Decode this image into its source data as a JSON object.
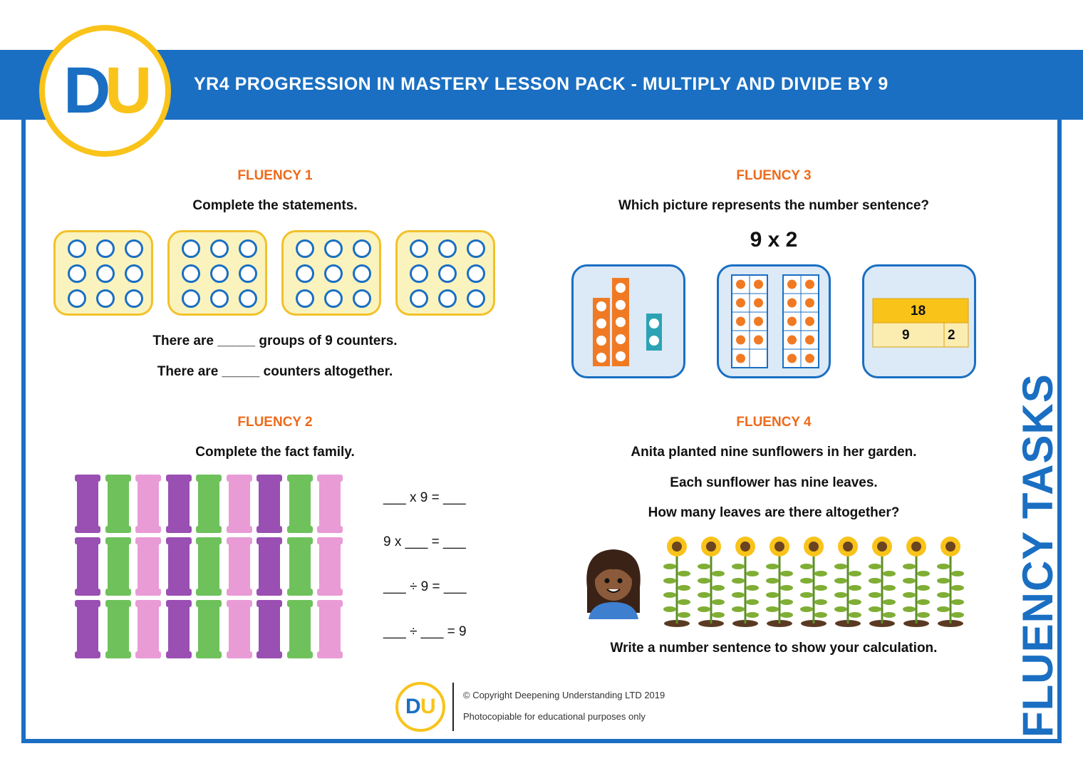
{
  "header": {
    "logo_d": "D",
    "logo_u": "U",
    "title": "YR4 PROGRESSION IN MASTERY LESSON PACK - MULTIPLY AND DIVIDE BY 9"
  },
  "fluency1": {
    "heading": "FLUENCY 1",
    "instruction": "Complete the statements.",
    "statement1": "There are _____ groups of 9 counters.",
    "statement2": "There are _____ counters altogether."
  },
  "fluency2": {
    "heading": "FLUENCY 2",
    "instruction": "Complete the fact family.",
    "eq1": "___ x 9 = ___",
    "eq2": "9 x ___ = ___",
    "eq3": "___ ÷ 9 = ___",
    "eq4": "___ ÷ ___ = 9"
  },
  "fluency3": {
    "heading": "FLUENCY 3",
    "question": "Which picture represents the number sentence?",
    "sentence": "9 x 2",
    "bar_total": "18",
    "bar_part1": "9",
    "bar_part2": "2"
  },
  "fluency4": {
    "heading": "FLUENCY 4",
    "line1": "Anita planted nine sunflowers in her garden.",
    "line2": "Each sunflower has nine leaves.",
    "line3": "How many leaves are there altogether?",
    "line4": "Write a number sentence to show your calculation."
  },
  "side_title": "FLUENCY TASKS",
  "footer": {
    "logo_d": "D",
    "logo_u": "U",
    "copyright": "© Copyright Deepening Understanding LTD 2019",
    "note": "Photocopiable for educational purposes only"
  },
  "colors": {
    "brand_blue": "#1a6fc2",
    "brand_yellow": "#f9c31a",
    "heading_orange": "#ee6a1a"
  }
}
